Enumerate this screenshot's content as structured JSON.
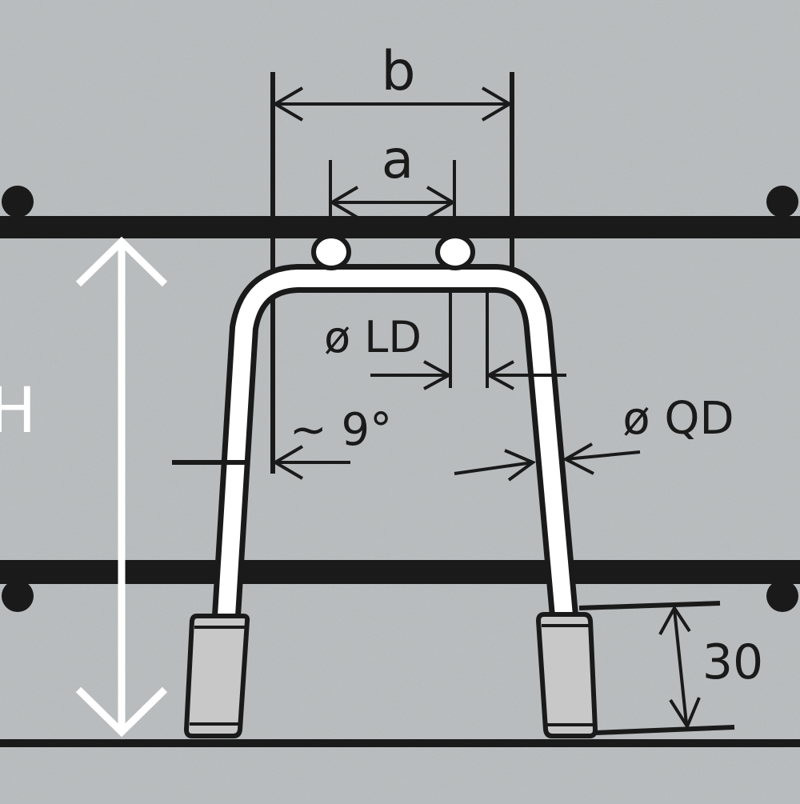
{
  "labels": {
    "b": "b",
    "a": "a",
    "ld": "ø LD",
    "angle": "~ 9°",
    "qd": "ø QD",
    "h": "H",
    "height30": "30"
  },
  "colors": {
    "background": "#b9bcbe",
    "speckle": "#a6a9ab",
    "rebar": "#1a1a1a",
    "stirrup_fill": "#ffffff",
    "foot_fill": "#c8c8c8",
    "h_arrow": "#ffffff",
    "dimension_lines": "#1a1a1a"
  }
}
